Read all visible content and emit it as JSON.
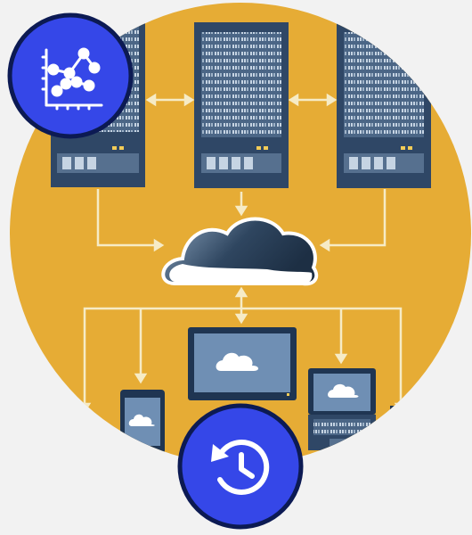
{
  "illustration": {
    "subject": "cloud-network-illustration",
    "colors": {
      "circle_bg": "#e6ac35",
      "server_dark": "#2f4766",
      "server_panel": "#56708f",
      "arrow": "#f6ebc6",
      "cloud_dark": "#334a63",
      "cloud_light": "#ffffff",
      "device_frame": "#1f3552",
      "device_screen": "#6f8fb4",
      "led_yellow": "#f3cc57"
    },
    "servers": [
      "server-left",
      "server-center",
      "server-right"
    ],
    "devices": [
      "tablet",
      "monitor",
      "laptop"
    ]
  },
  "badges": {
    "analytics": {
      "icon": "line-chart-icon",
      "fill": "#3547e8",
      "ring": "#0c1a53"
    },
    "history": {
      "icon": "history-clock-icon",
      "fill": "#3547e8",
      "ring": "#0c1a53"
    }
  }
}
